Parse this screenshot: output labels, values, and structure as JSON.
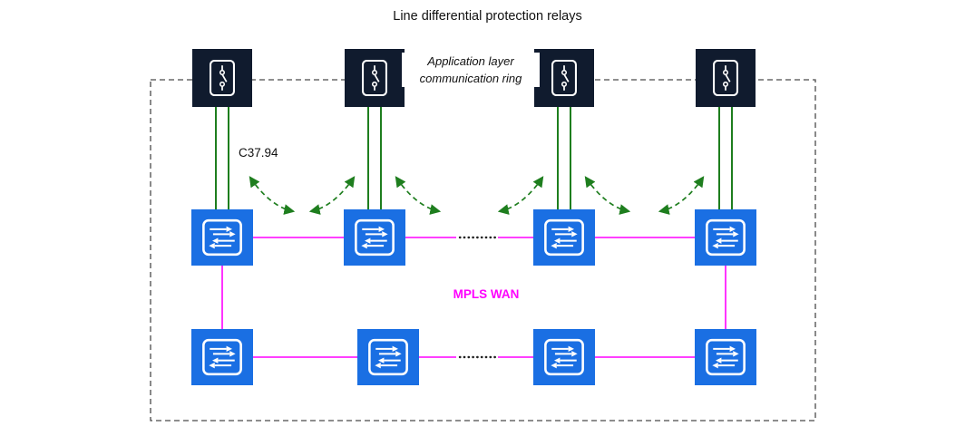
{
  "title": "Line differential protection relays",
  "labels": {
    "application_ring_line1": "Application layer",
    "application_ring_line2": "communication ring",
    "protocol": "C37.94",
    "network": "MPLS WAN"
  },
  "colors": {
    "relay_fill": "#101b2e",
    "router_fill": "#1a6fe3",
    "link": "#ff00ff",
    "signal": "#1e7e1e",
    "boundary": "#4a4a4a",
    "text": "#111111"
  },
  "nodes": {
    "relays": [
      "relay-1",
      "relay-2",
      "relay-3",
      "relay-4"
    ],
    "wan_switches_top": [
      "switch-top-1",
      "switch-top-2",
      "switch-top-3",
      "switch-top-4"
    ],
    "wan_switches_bottom": [
      "switch-bottom-1",
      "switch-bottom-2",
      "switch-bottom-3",
      "switch-bottom-4"
    ]
  },
  "icons": {
    "relay": "protection-relay-icon",
    "switch": "mpls-switch-icon"
  }
}
